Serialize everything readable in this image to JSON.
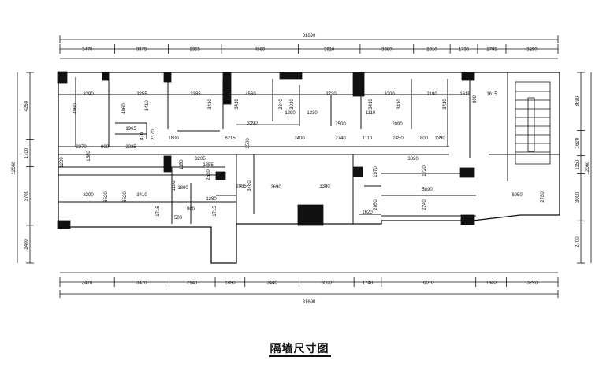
{
  "title": "隔墙尺寸图",
  "total_label": "31690",
  "top_dims": [
    "3470",
    "3375",
    "3365",
    "4860",
    "3910",
    "3380",
    "2310",
    "1735",
    "1795",
    "3290"
  ],
  "bottom_dims": [
    "3470",
    "3470",
    "2940",
    "1890",
    "3440",
    "3500",
    "1740",
    "6010",
    "1940",
    "3290"
  ],
  "left_total": "12060",
  "left_dims": [
    "4260",
    "1700",
    "3700",
    "2400"
  ],
  "right_total": "12060",
  "right_dims": [
    "3690",
    "1620",
    "1150",
    "3000",
    "2700"
  ],
  "interior_labels": {
    "room_widths_top": [
      "3290",
      "3255",
      "3385",
      "4560",
      "3730",
      "3200",
      "2190",
      "1615",
      "1615"
    ],
    "room_heights_top": [
      "4060",
      "4060",
      "3410",
      "3410",
      "3410",
      "2840",
      "3010",
      "3410",
      "3410",
      "3410",
      "800"
    ],
    "corridor": [
      "6215",
      "2400",
      "2740",
      "1110",
      "2450",
      "800",
      "1390"
    ],
    "small_a": [
      "1965",
      "2325",
      "2370",
      "800",
      "1580",
      "870",
      "2170",
      "1800"
    ],
    "small_b": [
      "3390",
      "1290",
      "1230",
      "2500",
      "1110",
      "2090"
    ],
    "lower": [
      "1200",
      "3290",
      "3620",
      "3410",
      "3620",
      "3205",
      "1355",
      "1150",
      "2530",
      "1196",
      "1800",
      "2085",
      "1280",
      "800",
      "1715",
      "500",
      "1715",
      "1500",
      "3780",
      "2690",
      "3380",
      "1970",
      "3820",
      "1720",
      "5890",
      "2240",
      "2050",
      "1620",
      "6050",
      "2780"
    ]
  }
}
